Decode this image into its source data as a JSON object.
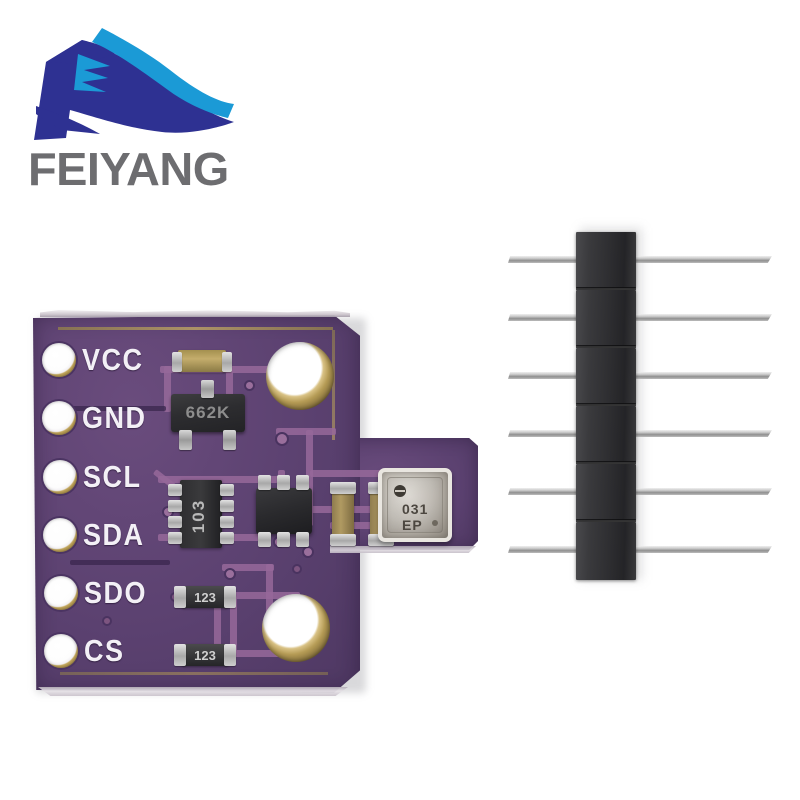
{
  "brand": {
    "name": "FEIYANG",
    "logo_icon": "feiyang-flag-logo",
    "logo_dark_color": "#2e3192",
    "logo_light_color": "#1b9ad6",
    "name_color": "#6d6d70"
  },
  "board": {
    "product": "BME280 breakout module",
    "pcb_color": "#5b4170",
    "trace_color": "#96699a",
    "pad_gold_color": "#b59b55",
    "silkscreen_color": "#f3f0f6",
    "pin_labels": [
      {
        "name": "VCC"
      },
      {
        "name": "GND"
      },
      {
        "name": "SCL"
      },
      {
        "name": "SDA"
      },
      {
        "name": "SDO"
      },
      {
        "name": "CS"
      }
    ],
    "mounting_holes": 2,
    "components": {
      "regulator": {
        "marking": "662K",
        "package": "SOT-23"
      },
      "resistor_network": {
        "marking": "103",
        "package": "array"
      },
      "resistor_sdo": {
        "marking": "123",
        "package": "0805"
      },
      "resistor_cs": {
        "marking": "123",
        "package": "0805"
      },
      "sensor": {
        "marking_line1": "031",
        "marking_line2": "EP",
        "logo": "bosch-logo",
        "package": "metal-lid-LGA"
      }
    }
  },
  "header": {
    "label": "6-pin male header strip",
    "pin_count": 6,
    "body_color": "#2e2e31",
    "pin_color": "#c9c9c9"
  },
  "background": {
    "color": "#ffffff"
  }
}
